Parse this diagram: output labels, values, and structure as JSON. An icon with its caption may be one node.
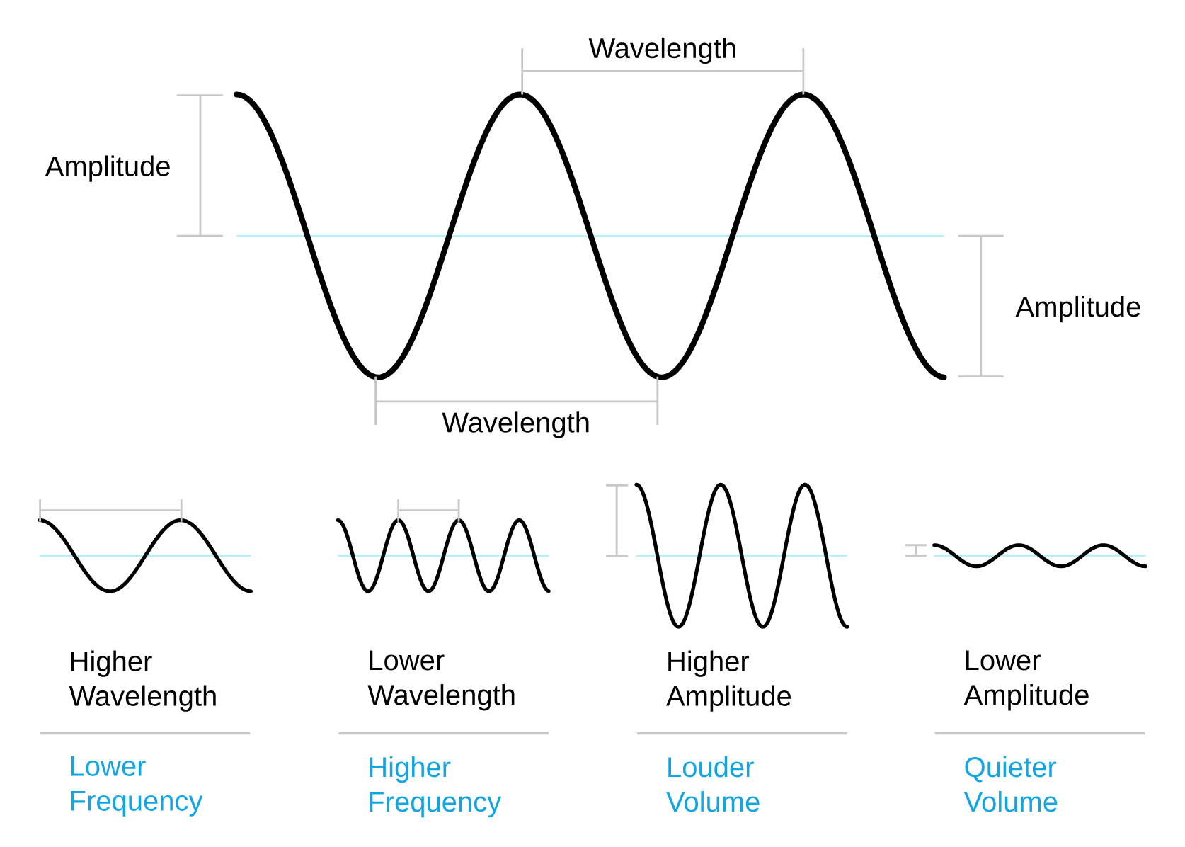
{
  "diagram": {
    "labels": [
      "Wavelength",
      "Amplitude",
      "Amplitude",
      "Wavelength",
      "Higher Wavelength",
      "Lower Wavelength",
      "Higher Amplitude",
      "Lower Amplitude",
      "Lower Frequency",
      "Higher Frequency",
      "Louder Volume",
      "Quieter Volume"
    ]
  }
}
